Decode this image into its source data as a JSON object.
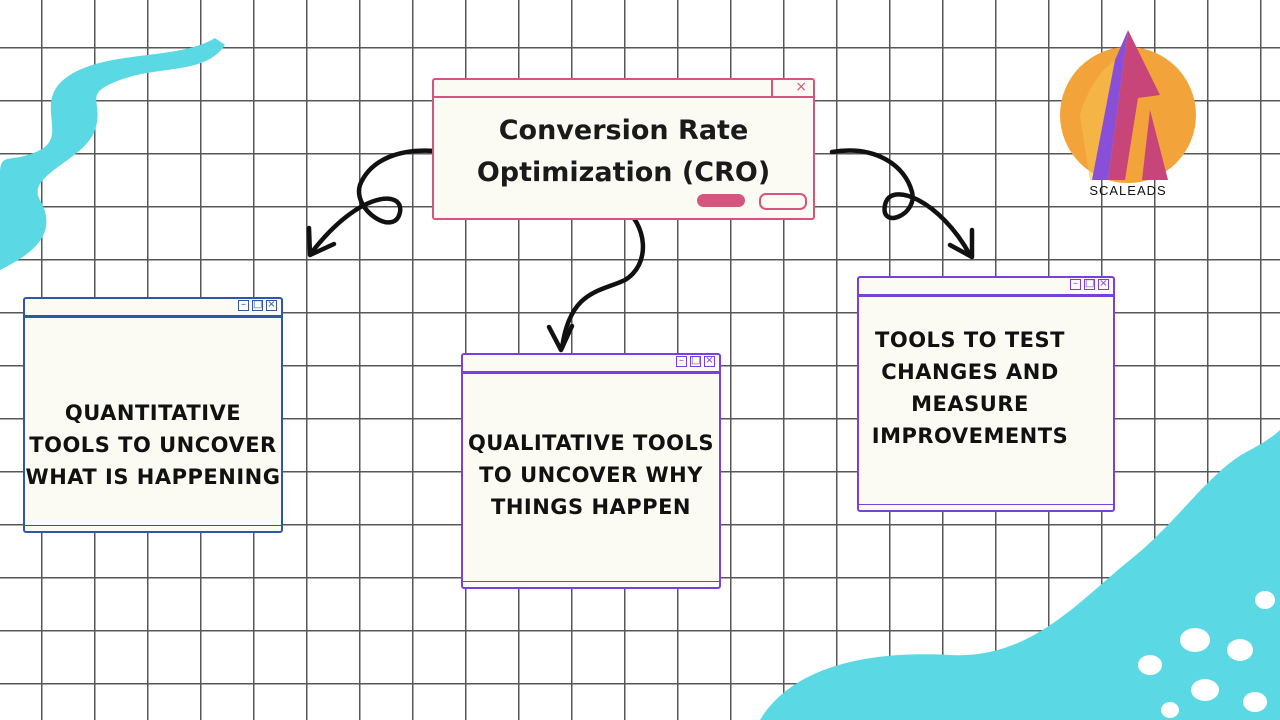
{
  "main_box": {
    "title": "Conversion Rate Optimization (CRO)",
    "close_glyph": "×"
  },
  "cards": [
    {
      "text": "Quantitative tools to uncover what is happening",
      "icon": "lightbulb-icon"
    },
    {
      "text": "Qualitative tools to uncover why things happen"
    },
    {
      "text": "Tools to test changes and measure improvements",
      "icon": "magnifier-icon"
    }
  ],
  "window_controls": {
    "minimize": "–",
    "maximize": "□",
    "close": "×"
  },
  "logo": {
    "text": "SCALEADS"
  },
  "colors": {
    "blue": "#2f57a8",
    "purple": "#7a3fe0",
    "pink": "#d5557f",
    "cyan": "#5ad8e3",
    "logo_orange": "#f2a43a",
    "logo_pink": "#c8457a",
    "logo_purple": "#8a4fd8"
  }
}
